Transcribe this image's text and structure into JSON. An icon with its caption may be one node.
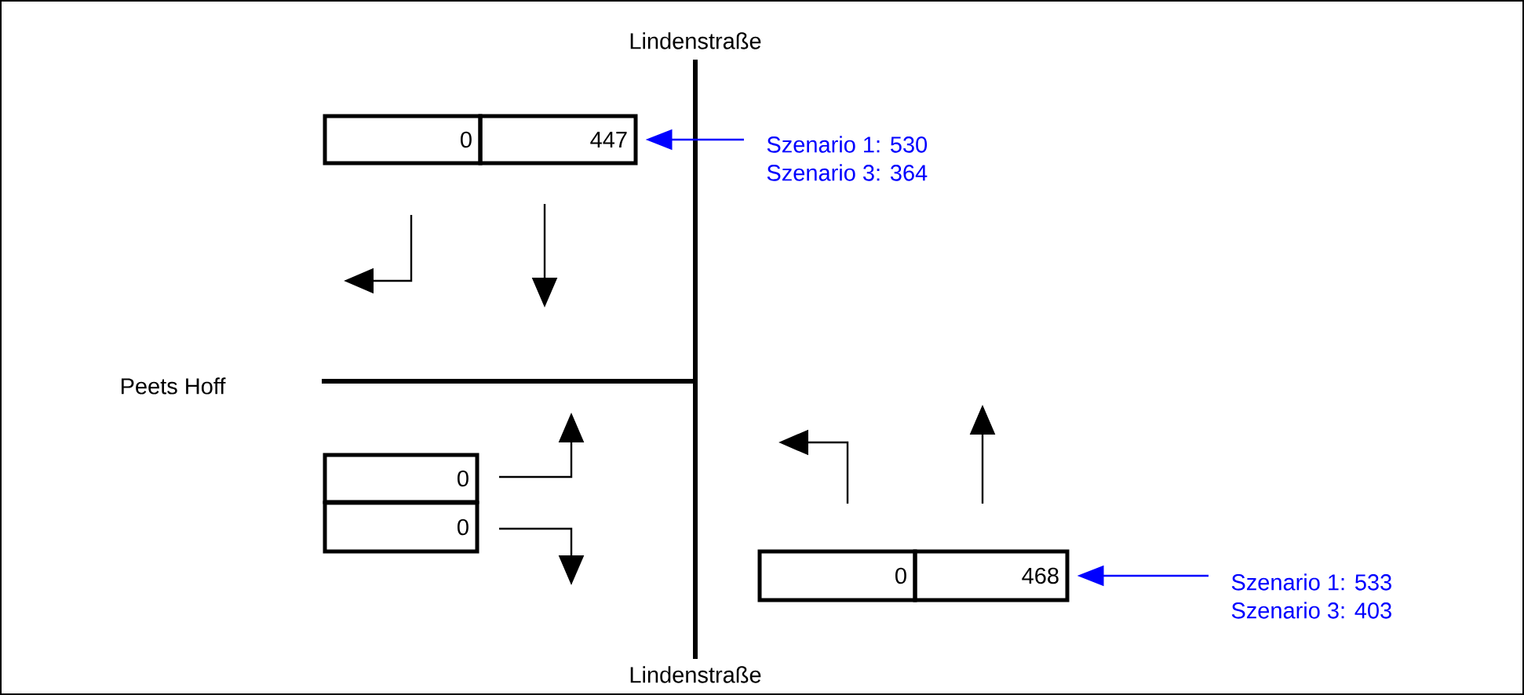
{
  "diagram": {
    "nodes": [
      {
        "text": [
          "0"
        ]
      },
      {
        "text": [
          "447"
        ]
      },
      {
        "text": [
          "Szenario 1: 530",
          "Szenario 3: 364"
        ]
      },
      {
        "text": [
          "0"
        ]
      },
      {
        "text": [
          "0"
        ]
      },
      {
        "text": [
          "0"
        ]
      },
      {
        "text": [
          "468"
        ]
      },
      {
        "text": [
          "Szenario 1: 533",
          "Szenario 3: 403"
        ]
      }
    ],
    "edges": [
      {
        "from": 2,
        "to": 1,
        "arrow": "to",
        "color": "#0000ff"
      },
      {
        "from": 7,
        "to": 6,
        "arrow": "to",
        "color": "#0000ff"
      }
    ],
    "labels": [
      "Lindenstraße",
      "Peets Hoff",
      "Lindenstraße"
    ]
  }
}
